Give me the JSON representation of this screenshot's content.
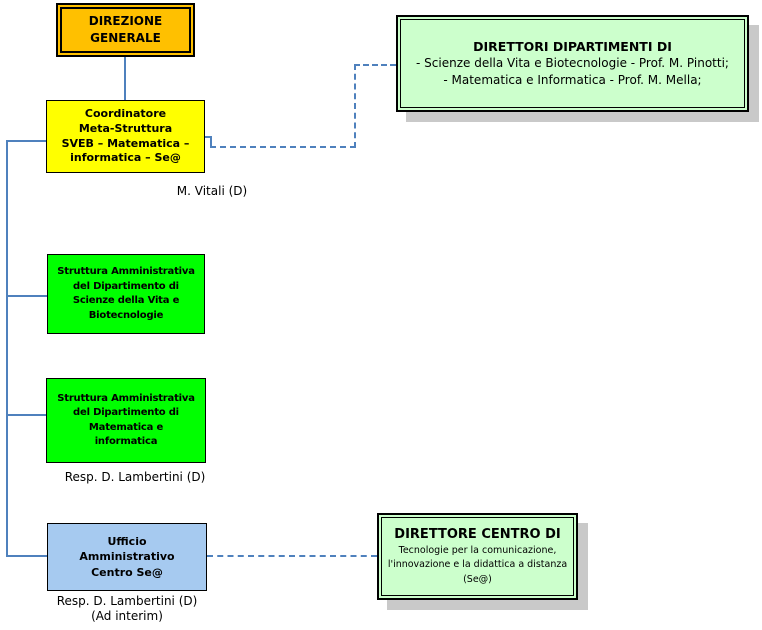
{
  "boxes": {
    "direzione": "DIREZIONE\nGENERALE",
    "coordinatore": "Coordinatore\nMeta-Struttura\nSVEB – Matematica –\ninformatica – Se@",
    "struttura_sveb": "Struttura Amministrativa\ndel Dipartimento di\nScienze della Vita e\nBiotecnologie",
    "struttura_matematica": "Struttura Amministrativa\ndel Dipartimento di\nMatematica e\ninformatica",
    "ufficio_centro": "Ufficio\nAmministrativo\nCentro Se@",
    "direttori_title": "DIRETTORI DIPARTIMENTI DI",
    "direttori_body": "- Scienze della Vita e Biotecnologie - Prof. M. Pinotti;\n- Matematica e Informatica - Prof. M. Mella;",
    "direttore_centro_title": "DIRETTORE CENTRO DI",
    "direttore_centro_body": "Tecnologie per la comunicazione,\nl'innovazione e la didattica a distanza\n(Se@)"
  },
  "labels": {
    "coordinatore": "M. Vitali (D)",
    "struttura_matematica": "Resp. D. Lambertini (D)",
    "ufficio_centro": "Resp. D. Lambertini (D)\n(Ad interim)"
  },
  "colors": {
    "direzione-fill": "#FFC000",
    "coordinatore-fill": "#FFFF00",
    "struttura-fill": "#00FF00",
    "ufficio-fill": "#A6CAF0",
    "right-box-fill": "#CCFFCC",
    "shadow": "#C9C9C9",
    "connector": "#4F81BD",
    "text": "#000000"
  }
}
